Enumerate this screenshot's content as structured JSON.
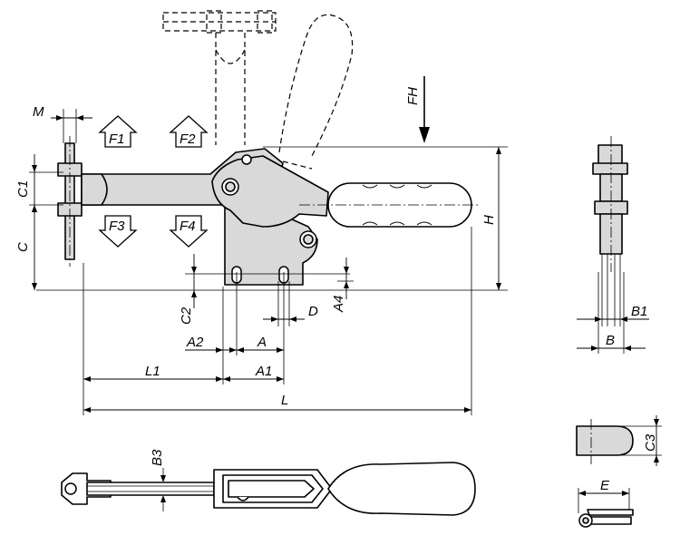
{
  "dimensions": {
    "M": "M",
    "C1": "C1",
    "C": "C",
    "FH": "FH",
    "H": "H",
    "C2": "C2",
    "D": "D",
    "A4": "A4",
    "A2": "A2",
    "A": "A",
    "L1": "L1",
    "A1": "A1",
    "L": "L",
    "B1": "B1",
    "B": "B",
    "C3": "C3",
    "E": "E",
    "B3": "B3"
  },
  "forces": {
    "F1": "F1",
    "F2": "F2",
    "F3": "F3",
    "F4": "F4"
  },
  "icons": [
    "force-arrow-up-icon",
    "force-arrow-down-icon",
    "clamp-force-arrow-icon"
  ]
}
